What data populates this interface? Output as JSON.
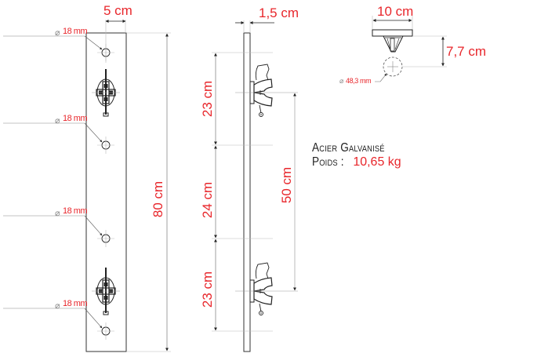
{
  "front_view": {
    "width_label": "5 cm",
    "height_label": "80 cm",
    "holes": [
      {
        "label": "18 mm",
        "symbol": "⌀"
      },
      {
        "label": "18 mm",
        "symbol": "⌀"
      },
      {
        "label": "18 mm",
        "symbol": "⌀"
      },
      {
        "label": "18 mm",
        "symbol": "⌀"
      }
    ]
  },
  "side_view": {
    "thickness_label": "1,5 cm",
    "segments": [
      "23 cm",
      "24 cm",
      "23 cm"
    ],
    "clamp_spacing_label": "50 cm"
  },
  "top_view": {
    "width_label": "10 cm",
    "depth_label": "7,7 cm",
    "pipe_diameter_label": "48,3 mm",
    "pipe_symbol": "⌀"
  },
  "specs": {
    "material": "Acier Galvanisé",
    "weight_label": "Poids :",
    "weight_value": "10,65 kg"
  },
  "colors": {
    "dimension_text": "#e8262b",
    "line": "#333333",
    "guide": "#bbbbbb"
  }
}
